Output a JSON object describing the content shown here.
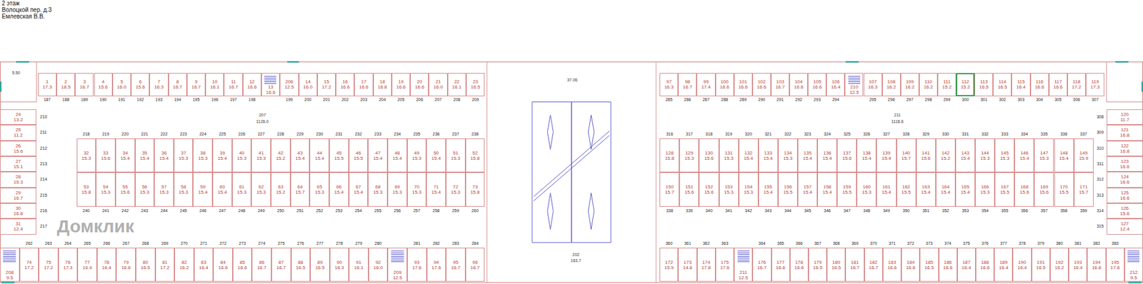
{
  "diagram": {
    "title": "2 этаж",
    "nodes": [
      {
        "text": [
          "1",
          "17.3"
        ]
      },
      {
        "text": [
          "2",
          "18.5"
        ]
      },
      {
        "text": [
          "3",
          "16.7"
        ]
      },
      {
        "text": [
          "4",
          "15.6"
        ]
      },
      {
        "text": [
          "5",
          "16.0"
        ]
      },
      {
        "text": [
          "6",
          "15.6"
        ]
      },
      {
        "text": [
          "7",
          "16.3"
        ]
      },
      {
        "text": [
          "8",
          "16.7"
        ]
      },
      {
        "text": [
          "9",
          "16.7"
        ]
      },
      {
        "text": [
          "10",
          "16.1"
        ]
      },
      {
        "text": [
          "11",
          "16.7"
        ]
      },
      {
        "text": [
          "12",
          "16.6"
        ]
      },
      {
        "text": [
          "13",
          "16.6"
        ]
      },
      {
        "text": [
          "206",
          "12.5"
        ]
      },
      {
        "text": [
          "14",
          "16.0"
        ]
      },
      {
        "text": [
          "15",
          "17.2"
        ]
      },
      {
        "text": [
          "16",
          "16.6"
        ]
      },
      {
        "text": [
          "17",
          "16.6"
        ]
      },
      {
        "text": [
          "18",
          "16.8"
        ]
      },
      {
        "text": [
          "19",
          "16.6"
        ]
      },
      {
        "text": [
          "20",
          "16.6"
        ]
      },
      {
        "text": [
          "21",
          "16.0"
        ]
      },
      {
        "text": [
          "22",
          "16.1"
        ]
      },
      {
        "text": [
          "23",
          "16.5"
        ]
      },
      {
        "text": [
          "24",
          "13.2"
        ]
      },
      {
        "text": [
          "25",
          "11.2"
        ]
      },
      {
        "text": [
          "26",
          "15.6"
        ]
      },
      {
        "text": [
          "27",
          "15.1"
        ]
      },
      {
        "text": [
          "28",
          "15.3"
        ]
      },
      {
        "text": [
          "29",
          "16.7"
        ]
      },
      {
        "text": [
          "30",
          "16.8"
        ]
      },
      {
        "text": [
          "31",
          "12.4"
        ]
      },
      {
        "text": [
          "32",
          "15.3"
        ]
      },
      {
        "text": [
          "33",
          "15.6"
        ]
      },
      {
        "text": [
          "34",
          "15.4"
        ]
      },
      {
        "text": [
          "35",
          "15.4"
        ]
      },
      {
        "text": [
          "36",
          "15.4"
        ]
      },
      {
        "text": [
          "37",
          "15.3"
        ]
      },
      {
        "text": [
          "38",
          "15.3"
        ]
      },
      {
        "text": [
          "39",
          "15.4"
        ]
      },
      {
        "text": [
          "40",
          "15.3"
        ]
      },
      {
        "text": [
          "41",
          "15.3"
        ]
      },
      {
        "text": [
          "42",
          "15.2"
        ]
      },
      {
        "text": [
          "43",
          "15.4"
        ]
      },
      {
        "text": [
          "44",
          "15.4"
        ]
      },
      {
        "text": [
          "45",
          "15.5"
        ]
      },
      {
        "text": [
          "46",
          "15.5"
        ]
      },
      {
        "text": [
          "47",
          "15.4"
        ]
      },
      {
        "text": [
          "48",
          "15.4"
        ]
      },
      {
        "text": [
          "49",
          "15.3"
        ]
      },
      {
        "text": [
          "50",
          "15.4"
        ]
      },
      {
        "text": [
          "51",
          "15.3"
        ]
      },
      {
        "text": [
          "52",
          "15.8"
        ]
      },
      {
        "text": [
          "53",
          "15.8"
        ]
      },
      {
        "text": [
          "54",
          "15.3"
        ]
      },
      {
        "text": [
          "55",
          "15.6"
        ]
      },
      {
        "text": [
          "56",
          "15.3"
        ]
      },
      {
        "text": [
          "57",
          "15.3"
        ]
      },
      {
        "text": [
          "58",
          "15.3"
        ]
      },
      {
        "text": [
          "59",
          "15.4"
        ]
      },
      {
        "text": [
          "60",
          "15.4"
        ]
      },
      {
        "text": [
          "61",
          "15.3"
        ]
      },
      {
        "text": [
          "62",
          "15.3"
        ]
      },
      {
        "text": [
          "63",
          "15.2"
        ]
      },
      {
        "text": [
          "64",
          "15.7"
        ]
      },
      {
        "text": [
          "65",
          "15.3"
        ]
      },
      {
        "text": [
          "66",
          "15.4"
        ]
      },
      {
        "text": [
          "67",
          "15.4"
        ]
      },
      {
        "text": [
          "68",
          "15.3"
        ]
      },
      {
        "text": [
          "69",
          "15.3"
        ]
      },
      {
        "text": [
          "70",
          "15.3"
        ]
      },
      {
        "text": [
          "71",
          "15.4"
        ]
      },
      {
        "text": [
          "72",
          "15.3"
        ]
      },
      {
        "text": [
          "73",
          "15.8"
        ]
      },
      {
        "text": [
          "208",
          "9.5"
        ]
      },
      {
        "text": [
          "74",
          "17.2"
        ]
      },
      {
        "text": [
          "75",
          "17.2"
        ]
      },
      {
        "text": [
          "76",
          "17.3"
        ]
      },
      {
        "text": [
          "77",
          "16.4"
        ]
      },
      {
        "text": [
          "78",
          "16.4"
        ]
      },
      {
        "text": [
          "79",
          "16.6"
        ]
      },
      {
        "text": [
          "80",
          "16.5"
        ]
      },
      {
        "text": [
          "81",
          "17.2"
        ]
      },
      {
        "text": [
          "82",
          "16.2"
        ]
      },
      {
        "text": [
          "83",
          "16.4"
        ]
      },
      {
        "text": [
          "84",
          "16.6"
        ]
      },
      {
        "text": [
          "85",
          "16.6"
        ]
      },
      {
        "text": [
          "86",
          "16.7"
        ]
      },
      {
        "text": [
          "87",
          "16.7"
        ]
      },
      {
        "text": [
          "88",
          "16.5"
        ]
      },
      {
        "text": [
          "89",
          "16.5"
        ]
      },
      {
        "text": [
          "90",
          "16.3"
        ]
      },
      {
        "text": [
          "91",
          "16.1"
        ]
      },
      {
        "text": [
          "92",
          "16.0"
        ]
      },
      {
        "text": [
          "209",
          "12.5"
        ]
      },
      {
        "text": [
          "93",
          "17.6"
        ]
      },
      {
        "text": [
          "94",
          "17.6"
        ]
      },
      {
        "text": [
          "95",
          "16.7"
        ]
      },
      {
        "text": [
          "96",
          "16.7"
        ]
      },
      {
        "text": [
          "97",
          "16.3"
        ]
      },
      {
        "text": [
          "98",
          "16.7"
        ]
      },
      {
        "text": [
          "99",
          "17.4"
        ]
      },
      {
        "text": [
          "100",
          "16.6"
        ]
      },
      {
        "text": [
          "101",
          "16.6"
        ]
      },
      {
        "text": [
          "102",
          "16.6"
        ]
      },
      {
        "text": [
          "103",
          "16.7"
        ]
      },
      {
        "text": [
          "104",
          "16.6"
        ]
      },
      {
        "text": [
          "105",
          "16.6"
        ]
      },
      {
        "text": [
          "106",
          "16.4"
        ]
      },
      {
        "text": [
          "210",
          "12.5"
        ]
      },
      {
        "text": [
          "107",
          "16.3"
        ]
      },
      {
        "text": [
          "108",
          "16.2"
        ]
      },
      {
        "text": [
          "109",
          "16.2"
        ]
      },
      {
        "text": [
          "110",
          "16.2"
        ]
      },
      {
        "text": [
          "111",
          "15.2"
        ]
      },
      {
        "text": [
          "112",
          "15.2"
        ]
      },
      {
        "text": [
          "113",
          "16.5"
        ]
      },
      {
        "text": [
          "114",
          "16.5"
        ]
      },
      {
        "text": [
          "115",
          "16.4"
        ]
      },
      {
        "text": [
          "116",
          "16.6"
        ]
      },
      {
        "text": [
          "117",
          "16.6"
        ]
      },
      {
        "text": [
          "118",
          "17.2"
        ]
      },
      {
        "text": [
          "119",
          "17.3"
        ]
      },
      {
        "text": [
          "120",
          "11.7"
        ]
      },
      {
        "text": [
          "121",
          "16.8"
        ]
      },
      {
        "text": [
          "122",
          "16.8"
        ]
      },
      {
        "text": [
          "123",
          "16.6"
        ]
      },
      {
        "text": [
          "124",
          "16.6"
        ]
      },
      {
        "text": [
          "125",
          "16.6"
        ]
      },
      {
        "text": [
          "126",
          "15.6"
        ]
      },
      {
        "text": [
          "127",
          "12.4"
        ]
      },
      {
        "text": [
          "128",
          "15.8"
        ]
      },
      {
        "text": [
          "129",
          "15.3"
        ]
      },
      {
        "text": [
          "130",
          "15.6"
        ]
      },
      {
        "text": [
          "131",
          "15.3"
        ]
      },
      {
        "text": [
          "132",
          "15.4"
        ]
      },
      {
        "text": [
          "133",
          "15.4"
        ]
      },
      {
        "text": [
          "134",
          "15.3"
        ]
      },
      {
        "text": [
          "135",
          "15.4"
        ]
      },
      {
        "text": [
          "136",
          "15.4"
        ]
      },
      {
        "text": [
          "137",
          "15.6"
        ]
      },
      {
        "text": [
          "138",
          "15.4"
        ]
      },
      {
        "text": [
          "139",
          "15.4"
        ]
      },
      {
        "text": [
          "140",
          "15.7"
        ]
      },
      {
        "text": [
          "141",
          "15.6"
        ]
      },
      {
        "text": [
          "142",
          "15.2"
        ]
      },
      {
        "text": [
          "143",
          "15.4"
        ]
      },
      {
        "text": [
          "144",
          "15.3"
        ]
      },
      {
        "text": [
          "145",
          "15.3"
        ]
      },
      {
        "text": [
          "146",
          "15.4"
        ]
      },
      {
        "text": [
          "147",
          "15.3"
        ]
      },
      {
        "text": [
          "148",
          "15.4"
        ]
      },
      {
        "text": [
          "149",
          "15.9"
        ]
      },
      {
        "text": [
          "150",
          "15.7"
        ]
      },
      {
        "text": [
          "151",
          "15.6"
        ]
      },
      {
        "text": [
          "152",
          "15.6"
        ]
      },
      {
        "text": [
          "153",
          "15.3"
        ]
      },
      {
        "text": [
          "154",
          "15.3"
        ]
      },
      {
        "text": [
          "155",
          "15.4"
        ]
      },
      {
        "text": [
          "156",
          "15.5"
        ]
      },
      {
        "text": [
          "157",
          "15.4"
        ]
      },
      {
        "text": [
          "158",
          "15.4"
        ]
      },
      {
        "text": [
          "159",
          "15.5"
        ]
      },
      {
        "text": [
          "160",
          "15.3"
        ]
      },
      {
        "text": [
          "161",
          "15.4"
        ]
      },
      {
        "text": [
          "162",
          "15.5"
        ]
      },
      {
        "text": [
          "163",
          "15.4"
        ]
      },
      {
        "text": [
          "164",
          "15.4"
        ]
      },
      {
        "text": [
          "165",
          "15.4"
        ]
      },
      {
        "text": [
          "166",
          "15.3"
        ]
      },
      {
        "text": [
          "167",
          "15.5"
        ]
      },
      {
        "text": [
          "168",
          "15.6"
        ]
      },
      {
        "text": [
          "169",
          "15.6"
        ]
      },
      {
        "text": [
          "170",
          "15.5"
        ]
      },
      {
        "text": [
          "171",
          "15.7"
        ]
      },
      {
        "text": [
          "172",
          "15.9"
        ]
      },
      {
        "text": [
          "173",
          "14.8"
        ]
      },
      {
        "text": [
          "174",
          "17.8"
        ]
      },
      {
        "text": [
          "175",
          "17.6"
        ]
      },
      {
        "text": [
          "211",
          "12.5"
        ]
      },
      {
        "text": [
          "176",
          "16.7"
        ]
      },
      {
        "text": [
          "177",
          "16.6"
        ]
      },
      {
        "text": [
          "178",
          "16.6"
        ]
      },
      {
        "text": [
          "179",
          "16.5"
        ]
      },
      {
        "text": [
          "180",
          "16.5"
        ]
      },
      {
        "text": [
          "181",
          "16.7"
        ]
      },
      {
        "text": [
          "182",
          "16.7"
        ]
      },
      {
        "text": [
          "183",
          "16.6"
        ]
      },
      {
        "text": [
          "184",
          "16.6"
        ]
      },
      {
        "text": [
          "185",
          "16.5"
        ]
      },
      {
        "text": [
          "186",
          "16.6"
        ]
      },
      {
        "text": [
          "187",
          "16.4"
        ]
      },
      {
        "text": [
          "188",
          "16.6"
        ]
      },
      {
        "text": [
          "189",
          "16.4"
        ]
      },
      {
        "text": [
          "190",
          "16.4"
        ]
      },
      {
        "text": [
          "191",
          "16.5"
        ]
      },
      {
        "text": [
          "192",
          "16.2"
        ]
      },
      {
        "text": [
          "193",
          "16.4"
        ]
      },
      {
        "text": [
          "194",
          "16.8"
        ]
      },
      {
        "text": [
          "195",
          "17.6"
        ]
      },
      {
        "text": [
          "212",
          "9.5"
        ]
      }
    ],
    "labels": [
      "Волоцкой пер. д.3",
      "Емлевская В.В.",
      "207",
      "1126.0",
      "211",
      "1118.6",
      "202",
      "163.7",
      "37.06",
      "5.50",
      "Домклик",
      "187",
      "188",
      "189",
      "190",
      "191",
      "192",
      "193",
      "194",
      "195",
      "196",
      "197",
      "198",
      "199",
      "200",
      "201",
      "202",
      "203",
      "204",
      "205",
      "206",
      "207",
      "208",
      "209",
      "210",
      "211",
      "212",
      "213",
      "214",
      "215",
      "216",
      "217",
      "218",
      "219",
      "220",
      "221",
      "222",
      "223",
      "224",
      "225",
      "226",
      "227",
      "228",
      "229",
      "230",
      "231",
      "232",
      "233",
      "234",
      "235",
      "236",
      "237",
      "238",
      "240",
      "241",
      "242",
      "243",
      "244",
      "245",
      "246",
      "247",
      "248",
      "249",
      "250",
      "251",
      "252",
      "253",
      "254",
      "255",
      "256",
      "257",
      "258",
      "259",
      "260",
      "262",
      "263",
      "264",
      "265",
      "266",
      "267",
      "268",
      "269",
      "270",
      "271",
      "272",
      "273",
      "274",
      "275",
      "276",
      "277",
      "278",
      "279",
      "280",
      "281",
      "282",
      "283",
      "284",
      "285",
      "286",
      "287",
      "288",
      "289",
      "290",
      "291",
      "292",
      "293",
      "294",
      "295",
      "296",
      "297",
      "298",
      "299",
      "300",
      "301",
      "302",
      "303",
      "304",
      "305",
      "306",
      "307",
      "308",
      "309",
      "310",
      "311",
      "312",
      "313",
      "314",
      "315",
      "316",
      "317",
      "318",
      "319",
      "320",
      "321",
      "322",
      "323",
      "324",
      "325",
      "326",
      "327",
      "328",
      "329",
      "330",
      "331",
      "332",
      "333",
      "334",
      "335",
      "336",
      "337",
      "338",
      "339",
      "340",
      "341",
      "342",
      "343",
      "344",
      "345",
      "346",
      "347",
      "348",
      "349",
      "350",
      "351",
      "352",
      "353",
      "354",
      "355",
      "356",
      "357",
      "358",
      "359",
      "360",
      "361",
      "362",
      "363",
      "364",
      "365",
      "366",
      "367",
      "368",
      "369",
      "370",
      "371",
      "372",
      "373",
      "374",
      "375",
      "376",
      "377",
      "378",
      "379",
      "380",
      "381",
      "382",
      "383"
    ]
  }
}
